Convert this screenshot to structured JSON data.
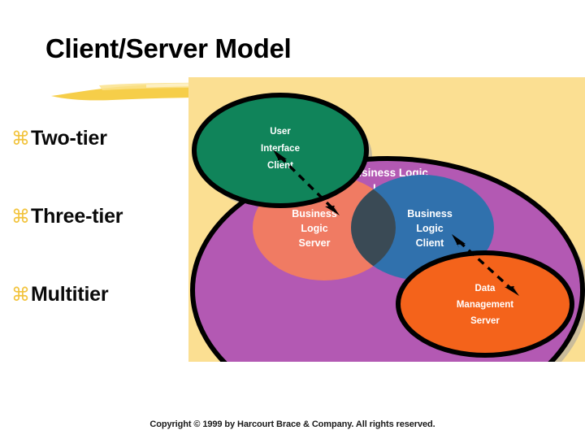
{
  "slide": {
    "title": "Client/Server Model",
    "bullet_glyph": "⌘",
    "bullets": [
      {
        "label": "Two-tier"
      },
      {
        "label": "Three-tier"
      },
      {
        "label": "Multitier"
      }
    ],
    "copyright": "Copyright © 1999 by Harcourt Brace & Company. All rights reserved."
  },
  "diagram": {
    "panel_background": "#FBDF92",
    "nodes": {
      "user_interface_client": {
        "lines": [
          "User",
          "Interface",
          "Client"
        ],
        "color": "#10845A",
        "outline": "#000000"
      },
      "business_logic_layer": {
        "lines": [
          "Business Logic",
          "Layer"
        ],
        "color": "#B359B3",
        "outline": "#000000"
      },
      "business_logic_server": {
        "lines": [
          "Business",
          "Logic",
          "Server"
        ],
        "color": "#F07B63",
        "outline": "none"
      },
      "business_logic_client": {
        "lines": [
          "Business",
          "Logic",
          "Client"
        ],
        "color": "#3071AD",
        "outline": "none"
      },
      "overlap_region": {
        "label": "",
        "color": "#3A4A55"
      },
      "data_management_server": {
        "lines": [
          "Data",
          "Management",
          "Server"
        ],
        "color": "#F4631B",
        "outline": "#000000"
      }
    },
    "connectors": [
      {
        "name": "ui-client-to-logic-layer",
        "style": "dashed",
        "arrowheads": "both"
      },
      {
        "name": "logic-layer-to-data-server",
        "style": "dashed",
        "arrowheads": "both"
      }
    ],
    "shadow_color": "#9A9AA2"
  }
}
